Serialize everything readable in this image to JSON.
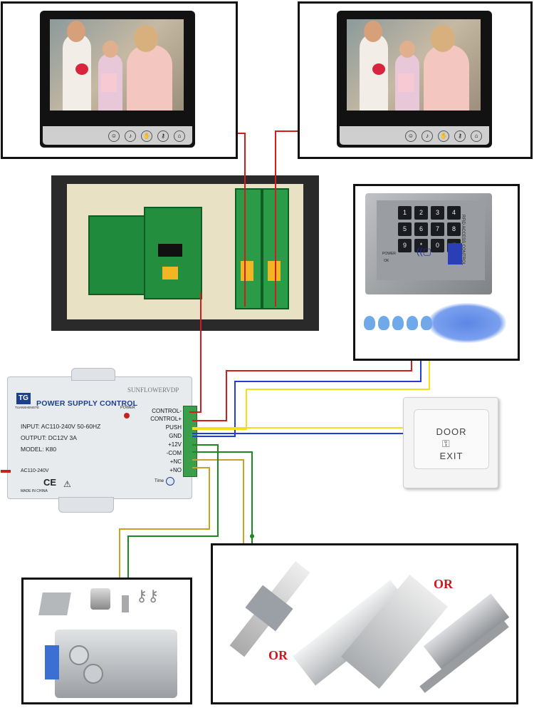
{
  "monitor": {
    "icons": [
      "person-icon",
      "music-note-icon",
      "hand-icon",
      "key-icon",
      "home-icon"
    ],
    "screen_colors": {
      "bezel": "#111111",
      "panel": "#c9c9c9"
    }
  },
  "psu": {
    "title": "POWER SUPPLY CONTROL",
    "brand": "SUNFLOWERVDP",
    "logo_text": "TUANSHENGTE",
    "power_label": "POWER",
    "input": "INPUT: AC110-240V  50-60HZ",
    "output": "OUTPUT: DC12V  3A",
    "model": "MODEL: K80",
    "ac": "AC110-240V",
    "made": "MADE IN CHINA",
    "ce": "CE",
    "time": "Time",
    "terminals": [
      "CONTROL-",
      "CONTROL+",
      "PUSH",
      "GND",
      "+12V",
      "-COM",
      "+NC",
      "+NO"
    ]
  },
  "keypad": {
    "keys": [
      "1",
      "2",
      "3",
      "4",
      "5",
      "6",
      "7",
      "8",
      "9",
      "*",
      "0",
      "#"
    ],
    "side_text": "RFID ACCESS CONTROL",
    "power_text": "POWER",
    "ok_text": "OK"
  },
  "exit_button": {
    "line1": "DOOR",
    "line2": "EXIT"
  },
  "locks": {
    "or1": "OR",
    "or2": "OR"
  },
  "wire_colors": {
    "red": "#d51c1c",
    "blue": "#1f3fd6",
    "yellow": "#f2e01a",
    "green": "#1a8a1a",
    "olive": "#c9a227"
  }
}
